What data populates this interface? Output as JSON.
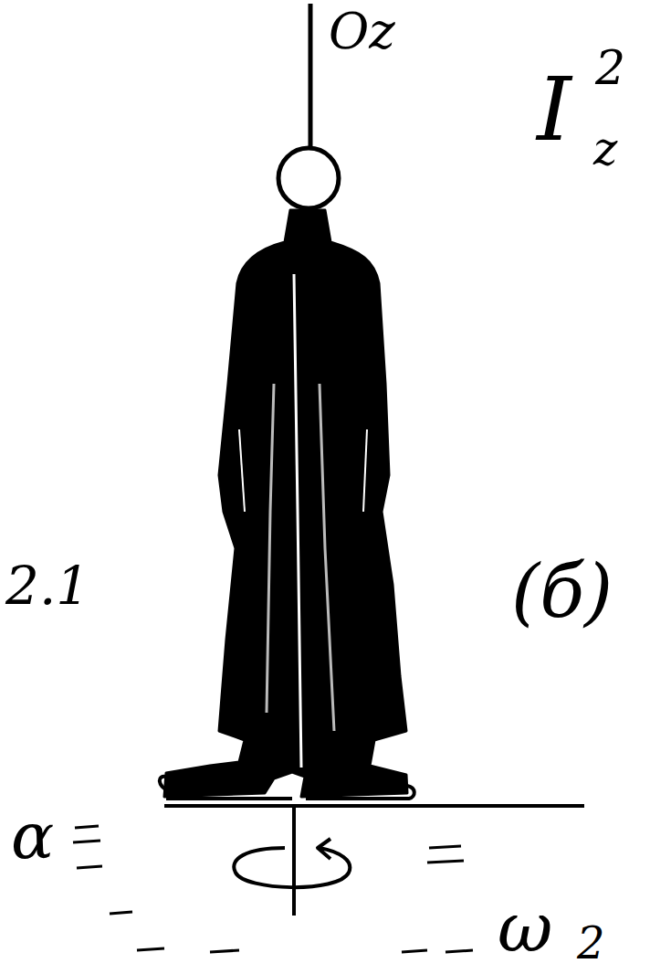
{
  "diagram": {
    "labels": [
      "Oz",
      "I",
      "2",
      "z",
      "2.1",
      "(б)",
      "α",
      "ω",
      "2"
    ]
  }
}
